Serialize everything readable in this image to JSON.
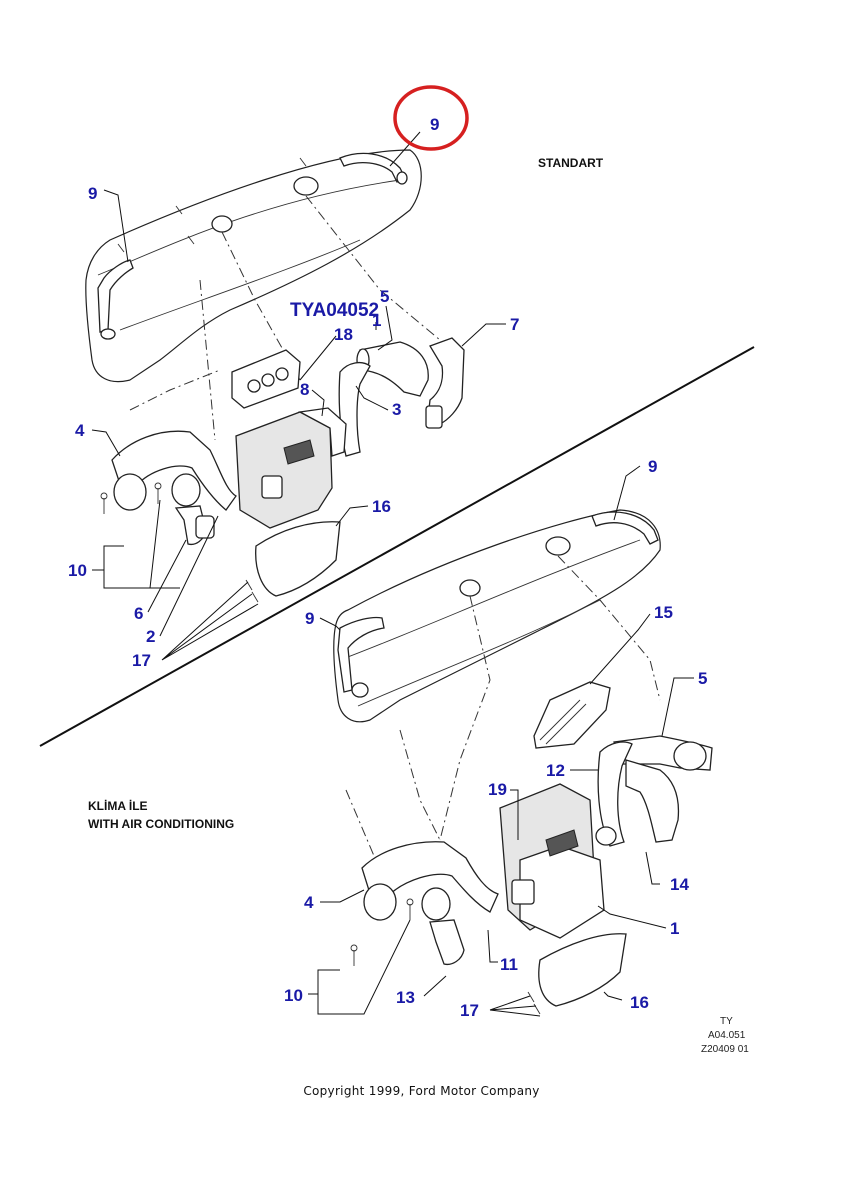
{
  "section_top": {
    "label": "STANDART"
  },
  "section_bottom": {
    "label_tr": "KLİMA İLE",
    "label_en": "WITH AIR CONDITIONING"
  },
  "highlight": {
    "number": "9",
    "color": "#d62020"
  },
  "part_number": "TYA04052",
  "callouts_top": [
    "9",
    "5",
    "1",
    "7",
    "18",
    "8",
    "3",
    "4",
    "16",
    "10",
    "6",
    "2",
    "17"
  ],
  "callouts_bottom": [
    "9",
    "15",
    "5",
    "12",
    "19",
    "14",
    "4",
    "1",
    "11",
    "10",
    "13",
    "17",
    "16"
  ],
  "ref_codes": {
    "line1": "TY",
    "line2": "A04.051",
    "line3": "Z20409 01"
  },
  "copyright": "Copyright 1999, Ford Motor Company",
  "colors": {
    "callout": "#1a1aa6",
    "highlight": "#d62020",
    "line": "#222222"
  }
}
